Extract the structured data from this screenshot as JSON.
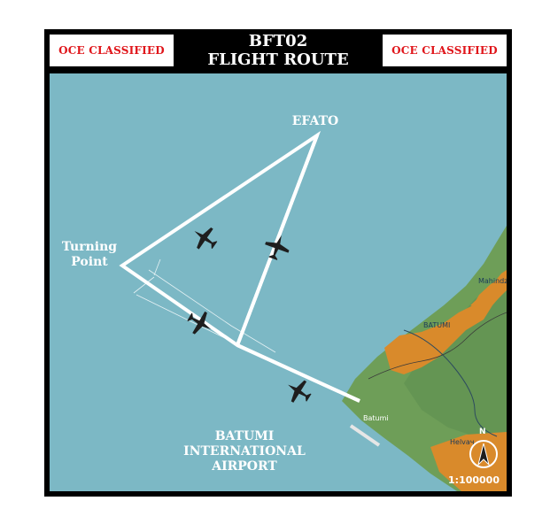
{
  "header": {
    "badge_left": "OCE CLASSIFIED",
    "badge_right": "OCE CLASSIFIED",
    "title_line1": "BFT02",
    "title_line2": "FLIGHT ROUTE"
  },
  "waypoints": {
    "efato": "EFATO",
    "turning_line1": "Turning",
    "turning_line2": "Point",
    "airport_line1": "BATUMI",
    "airport_line2": "INTERNATIONAL",
    "airport_line3": "AIRPORT"
  },
  "map_places": {
    "batumi_city": "BATUMI",
    "batumi_small": "Batumi",
    "makhinjauri": "Mahindz",
    "helvachauri": "Helvач"
  },
  "scale": "1:100000",
  "compass_label": "N",
  "colors": {
    "sea": "#7cb8c5",
    "land": "#6e9e58",
    "urban": "#d98a2b",
    "route": "#ffffff",
    "classified": "#e0161b",
    "frame": "#000000"
  }
}
